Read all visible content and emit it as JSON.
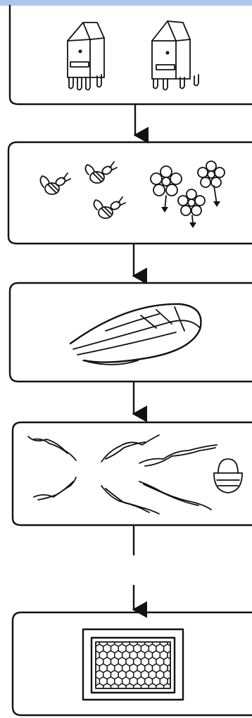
{
  "diagram": {
    "stages": [
      {
        "name": "beehives"
      },
      {
        "name": "bees-and-flowers"
      },
      {
        "name": "bee-wing"
      },
      {
        "name": "bee-flight-paths"
      },
      {
        "name": "honeycomb-frame"
      }
    ]
  }
}
